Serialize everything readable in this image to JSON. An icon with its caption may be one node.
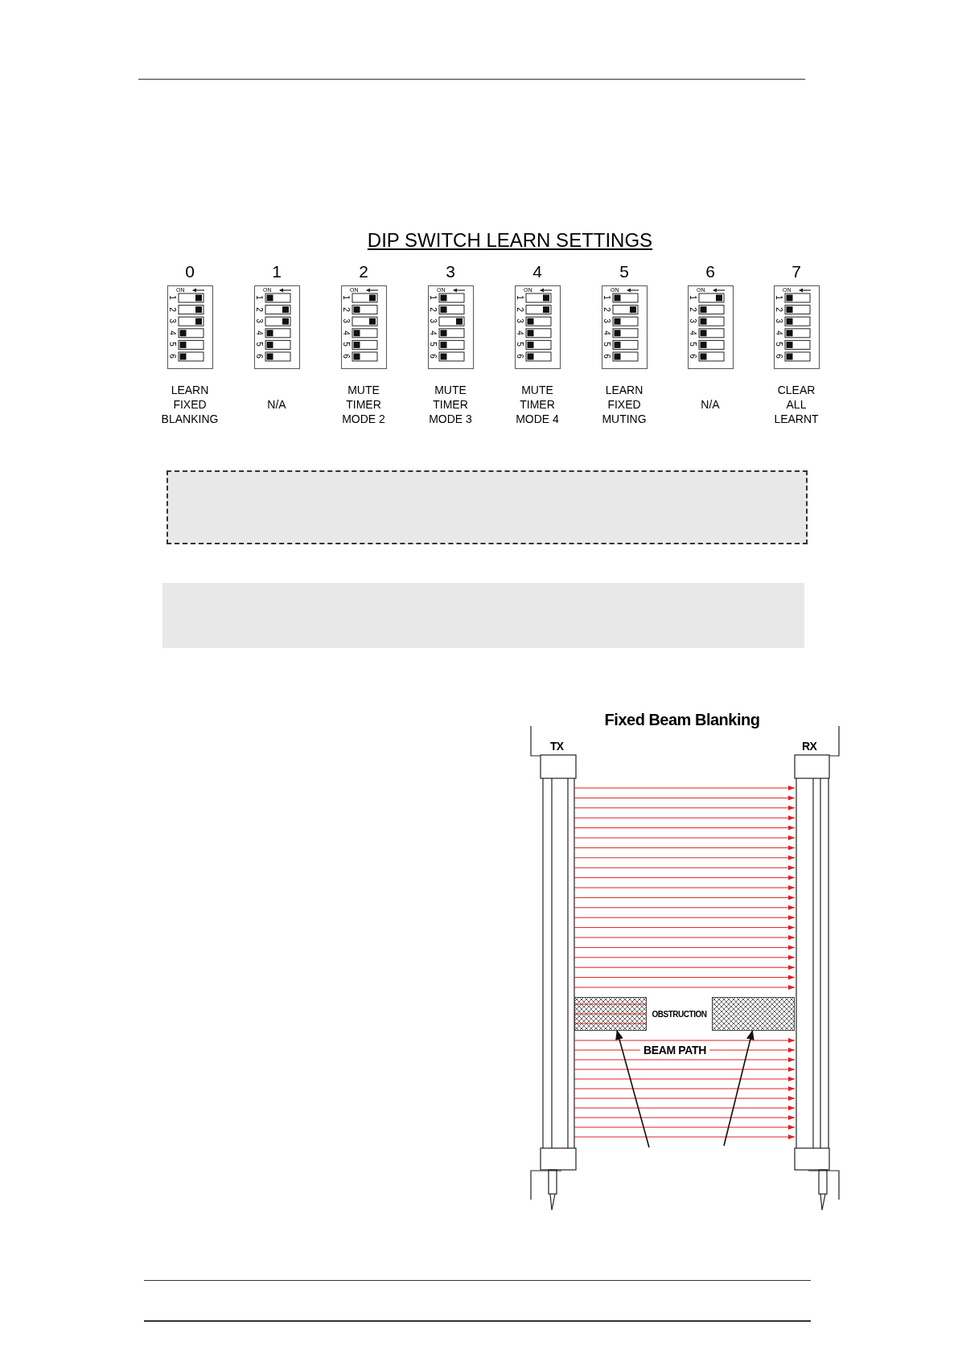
{
  "diagram": {
    "title": "DIP SWITCH LEARN SETTINGS",
    "nodes": [
      {
        "text": [],
        "shape": "box"
      },
      {
        "text": [],
        "shape": "box"
      },
      {
        "text": [],
        "shape": "box"
      },
      {
        "text": [
          "OBSTRUCTION"
        ]
      },
      {
        "text": [],
        "shape": "box"
      }
    ],
    "edges": [
      {
        "from": null,
        "to": 2,
        "arrow": "to"
      },
      {
        "from": null,
        "to": 4,
        "arrow": "to"
      }
    ],
    "labels": [
      "0",
      "1",
      "2",
      "3",
      "4",
      "5",
      "6",
      "7",
      "ON",
      "1",
      "2",
      "3",
      "4",
      "5",
      "6",
      "ON",
      "1",
      "2",
      "3",
      "4",
      "5",
      "6",
      "ON",
      "1",
      "2",
      "3",
      "4",
      "5",
      "6",
      "ON",
      "1",
      "2",
      "3",
      "4",
      "5",
      "6",
      "ON",
      "1",
      "2",
      "3",
      "4",
      "5",
      "6",
      "ON",
      "1",
      "2",
      "3",
      "4",
      "5",
      "6",
      "ON",
      "1",
      "2",
      "3",
      "4",
      "5",
      "6",
      "ON",
      "1",
      "2",
      "3",
      "4",
      "5",
      "6",
      "LEARN FIXED BLANKING",
      "N/A",
      "MUTE TIMER MODE 2",
      "MUTE TIMER MODE 3",
      "MUTE TIMER MODE 4",
      "LEARN FIXED MUTING",
      "N/A",
      "CLEAR ALL LEARNT",
      "Fixed Beam Blanking",
      "TX",
      "RX",
      "BEAM PATH"
    ]
  }
}
